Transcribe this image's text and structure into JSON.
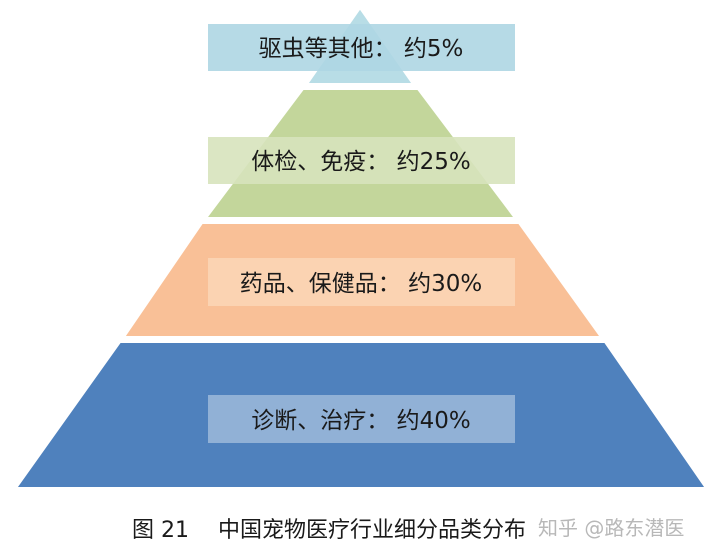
{
  "pyramid": {
    "levels": [
      {
        "label": "驱虫等其他： 约5%",
        "fill": "#b8dde6",
        "box": "#aed6e3"
      },
      {
        "label": "体检、免疫： 约25%",
        "fill": "#c3d69b",
        "box": "#d7e3bc"
      },
      {
        "label": "药品、保健品： 约30%",
        "fill": "#f9c097",
        "box": "#fbd5b5"
      },
      {
        "label": "诊断、治疗： 约40%",
        "fill": "#4f81bd",
        "box": "#95b3d7"
      }
    ]
  },
  "caption": {
    "figure_number": "图 21",
    "title": "中国宠物医疗行业细分品类分布"
  },
  "watermark": "知乎 @路东潜医"
}
